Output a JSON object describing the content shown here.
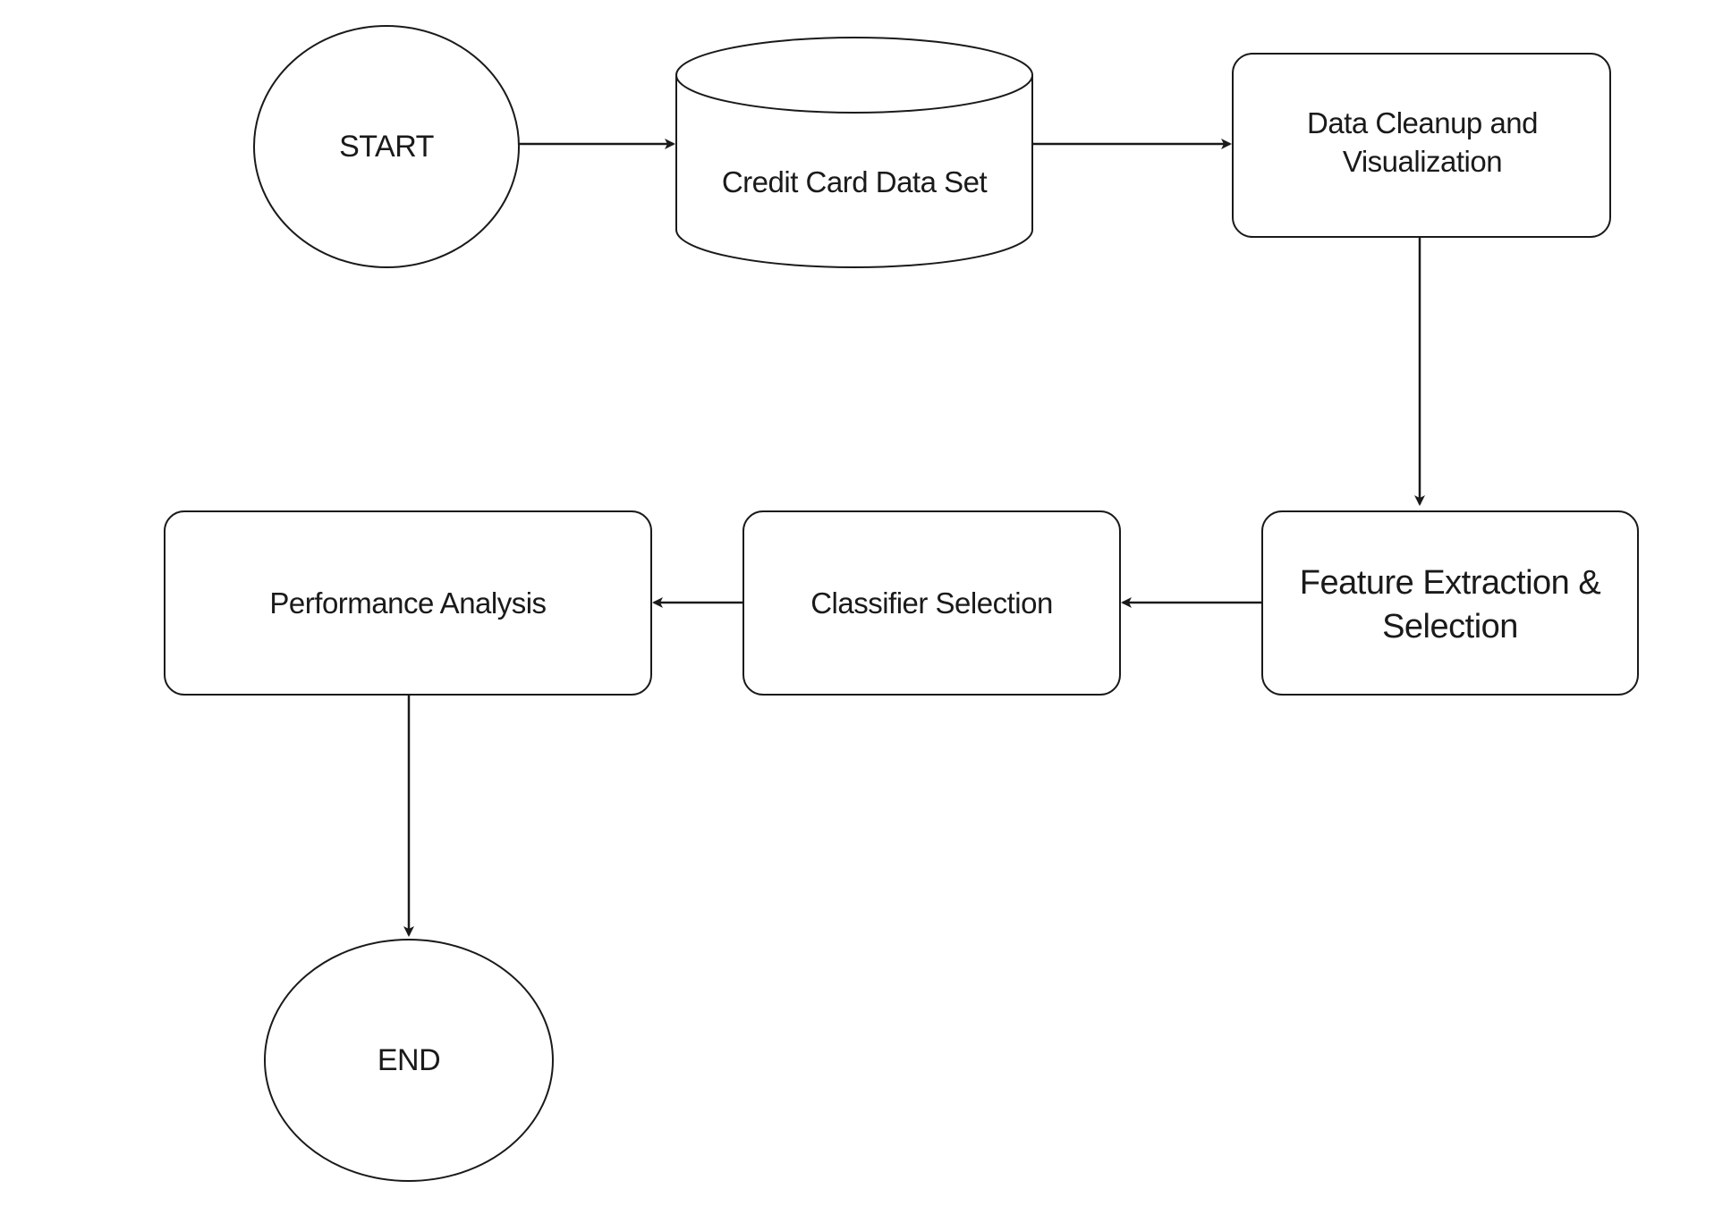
{
  "diagram": {
    "colors": {
      "stroke": "#1a1a1a",
      "fill": "#ffffff",
      "text": "#1a1a1a"
    },
    "nodes": {
      "start": {
        "label": "START",
        "shape": "ellipse"
      },
      "dataset": {
        "label": "Credit Card Data Set",
        "shape": "cylinder"
      },
      "cleanup": {
        "label": "Data Cleanup and Visualization",
        "shape": "rounded-rectangle"
      },
      "feature": {
        "label": "Feature Extraction & Selection",
        "shape": "rounded-rectangle"
      },
      "classifier": {
        "label": "Classifier Selection",
        "shape": "rounded-rectangle"
      },
      "performance": {
        "label": "Performance Analysis",
        "shape": "rounded-rectangle"
      },
      "end": {
        "label": "END",
        "shape": "ellipse"
      }
    },
    "edges": [
      {
        "from": "start",
        "to": "dataset"
      },
      {
        "from": "dataset",
        "to": "cleanup"
      },
      {
        "from": "cleanup",
        "to": "feature"
      },
      {
        "from": "feature",
        "to": "classifier"
      },
      {
        "from": "classifier",
        "to": "performance"
      },
      {
        "from": "performance",
        "to": "end"
      }
    ]
  }
}
